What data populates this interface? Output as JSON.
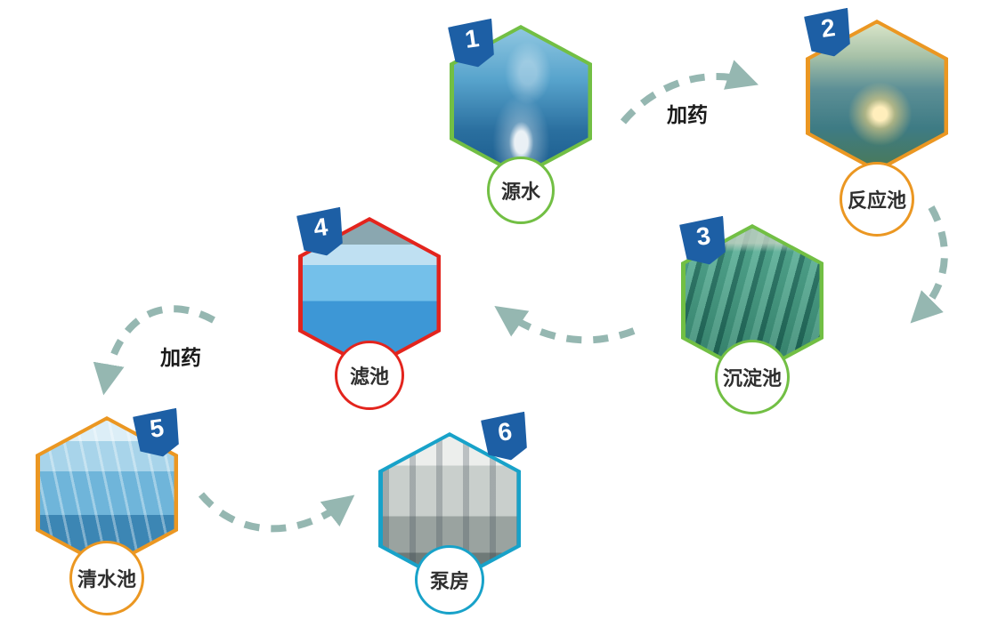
{
  "diagram": {
    "arrow_color": "#95b7b1",
    "badge_color": "#1d5fa5",
    "nodes": [
      {
        "number": "1",
        "label": "源水",
        "border_color": "#72bf44",
        "photo": "water-splash-photo"
      },
      {
        "number": "2",
        "label": "反应池",
        "border_color": "#eb9722",
        "photo": "reaction-pool-aerial-photo"
      },
      {
        "number": "3",
        "label": "沉淀池",
        "border_color": "#72bf44",
        "photo": "sedimentation-tanks-photo"
      },
      {
        "number": "4",
        "label": "滤池",
        "border_color": "#e3241d",
        "photo": "filter-pool-interior-photo"
      },
      {
        "number": "5",
        "label": "清水池",
        "border_color": "#eb9722",
        "photo": "clear-water-channels-photo"
      },
      {
        "number": "6",
        "label": "泵房",
        "border_color": "#18a2c9",
        "photo": "pump-room-pipes-photo"
      }
    ],
    "edges": [
      {
        "from": "源水",
        "to": "反应池",
        "label": "加药"
      },
      {
        "from": "反应池",
        "to": "沉淀池",
        "label": ""
      },
      {
        "from": "沉淀池",
        "to": "滤池",
        "label": ""
      },
      {
        "from": "滤池",
        "to": "清水池",
        "label": "加药"
      },
      {
        "from": "清水池",
        "to": "泵房",
        "label": ""
      }
    ]
  }
}
